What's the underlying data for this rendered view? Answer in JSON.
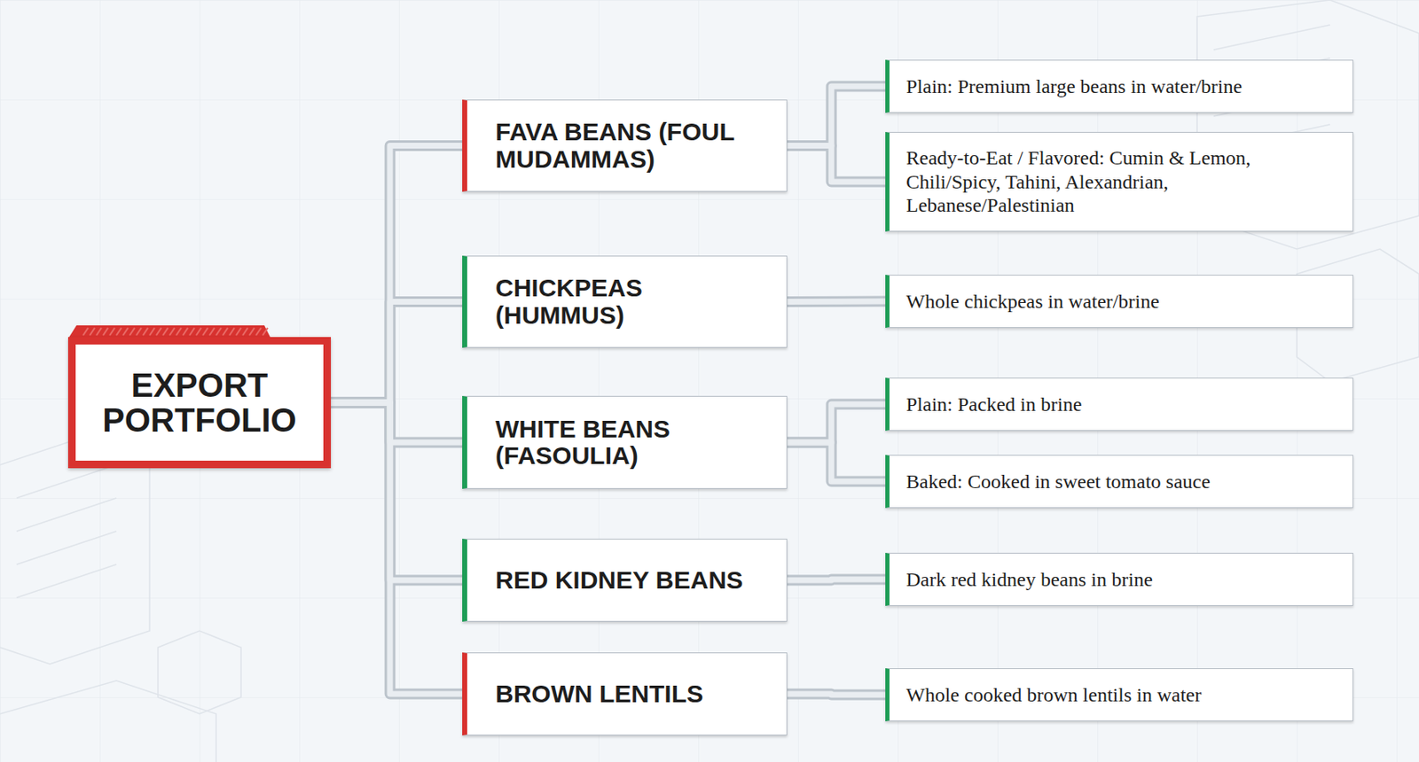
{
  "diagram": {
    "nodes": [
      {
        "text": [
          "EXPORT PORTFOLIO"
        ]
      },
      {
        "text": [
          "FAVA BEANS (FOUL MUDAMMAS)"
        ]
      },
      {
        "text": [
          "Plain: Premium large beans in water/brine"
        ]
      },
      {
        "text": [
          "Ready-to-Eat / Flavored: Cumin & Lemon, Chili/Spicy, Tahini, Alexandrian, Lebanese/Palestinian"
        ]
      },
      {
        "text": [
          "CHICKPEAS (HUMMUS)"
        ]
      },
      {
        "text": [
          "Whole chickpeas in water/brine"
        ]
      },
      {
        "text": [
          "WHITE BEANS (FASOULIA)"
        ]
      },
      {
        "text": [
          "Plain: Packed in brine"
        ]
      },
      {
        "text": [
          "Baked: Cooked in sweet tomato sauce"
        ]
      },
      {
        "text": [
          "RED KIDNEY BEANS"
        ]
      },
      {
        "text": [
          "Dark red kidney beans in brine"
        ]
      },
      {
        "text": [
          "BROWN LENTILS"
        ]
      },
      {
        "text": [
          "Whole cooked brown lentils in water"
        ]
      }
    ],
    "edges": [
      {
        "from": 0,
        "to": 1,
        "arrow": "none"
      },
      {
        "from": 0,
        "to": 4,
        "arrow": "none"
      },
      {
        "from": 0,
        "to": 6,
        "arrow": "none"
      },
      {
        "from": 0,
        "to": 9,
        "arrow": "none"
      },
      {
        "from": 0,
        "to": 11,
        "arrow": "none"
      },
      {
        "from": 1,
        "to": 2,
        "arrow": "none"
      },
      {
        "from": 1,
        "to": 3,
        "arrow": "none"
      },
      {
        "from": 4,
        "to": 5,
        "arrow": "none"
      },
      {
        "from": 6,
        "to": 7,
        "arrow": "none"
      },
      {
        "from": 6,
        "to": 8,
        "arrow": "none"
      },
      {
        "from": 9,
        "to": 10,
        "arrow": "none"
      },
      {
        "from": 11,
        "to": 12,
        "arrow": "none"
      }
    ]
  }
}
